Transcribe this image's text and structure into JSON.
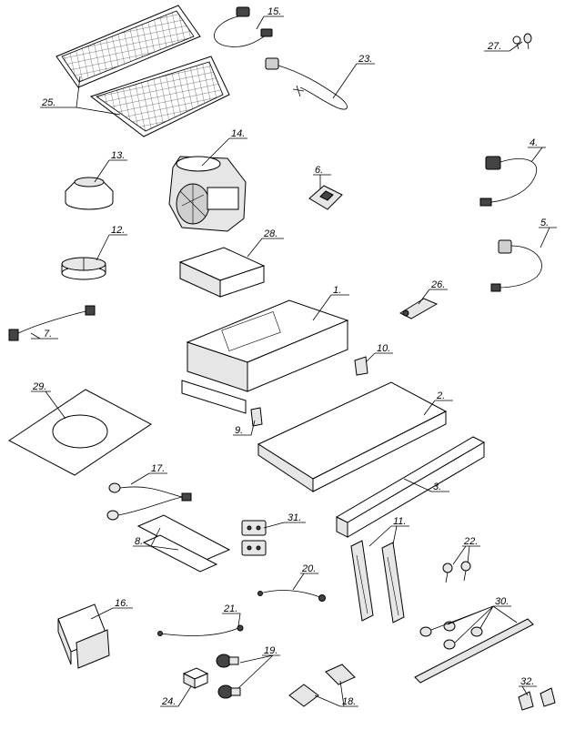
{
  "diagram": {
    "labels": {
      "p1": "1.",
      "p2": "2.",
      "p3": "3.",
      "p4": "4.",
      "p5": "5.",
      "p6": "6.",
      "p7": "7.",
      "p8": "8.",
      "p9": "9.",
      "p10": "10.",
      "p11": "11.",
      "p12": "12.",
      "p13": "13.",
      "p14": "14.",
      "p15": "15.",
      "p16": "16.",
      "p17": "17.",
      "p18": "18.",
      "p19": "19.",
      "p20": "20.",
      "p21": "21.",
      "p22": "22.",
      "p23": "23.",
      "p24": "24.",
      "p25": "25.",
      "p26": "26.",
      "p27": "27.",
      "p28": "28.",
      "p29": "29.",
      "p30": "30.",
      "p31": "31.",
      "p32": "32."
    }
  }
}
